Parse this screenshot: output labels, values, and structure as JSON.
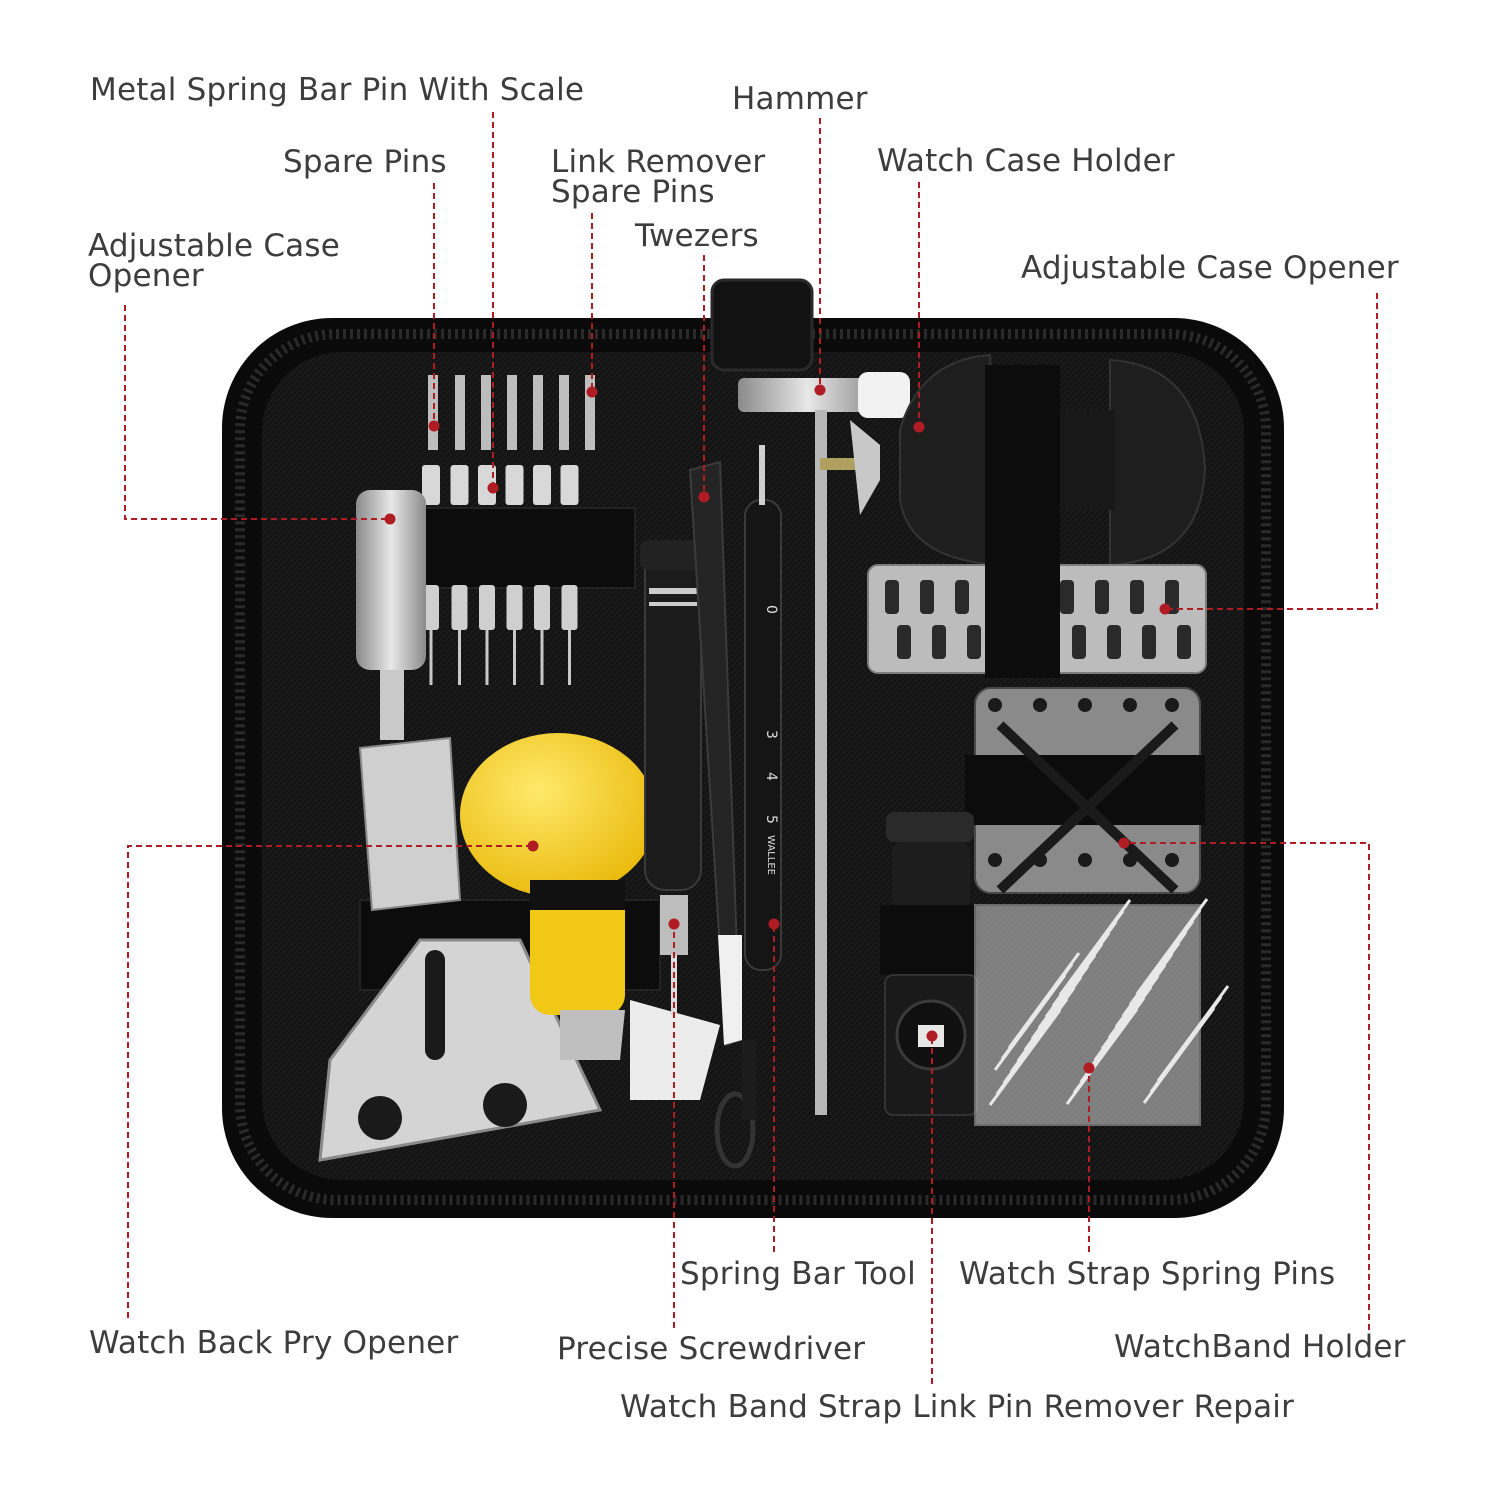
{
  "colors": {
    "leader": "#b01c24",
    "label_text": "#3d3d3d",
    "case": "#111111",
    "accent_yellow": "#f6d21c"
  },
  "labels": {
    "metal_spring_bar_pin": "Metal Spring Bar Pin With Scale",
    "hammer": "Hammer",
    "spare_pins": "Spare Pins",
    "link_remover_spare_pins": "Link Remover Spare Pins",
    "watch_case_holder": "Watch Case Holder",
    "adjustable_case_opener_left": "Adjustable Case Opener",
    "twezers": "Twezers",
    "adjustable_case_opener_right": "Adjustable Case Opener",
    "spring_bar_tool": "Spring Bar Tool",
    "watch_strap_spring_pins": "Watch Strap Spring Pins",
    "watch_back_pry_opener": "Watch Back Pry Opener",
    "precise_screwdriver": "Precise Screwdriver",
    "watchband_holder": "WatchBand Holder",
    "link_pin_remover_repair": "Watch Band Strap Link Pin Remover Repair"
  },
  "tool_markings": {
    "brand": "WALLEE",
    "scale_marks": [
      "0",
      "3",
      "4",
      "5"
    ]
  }
}
